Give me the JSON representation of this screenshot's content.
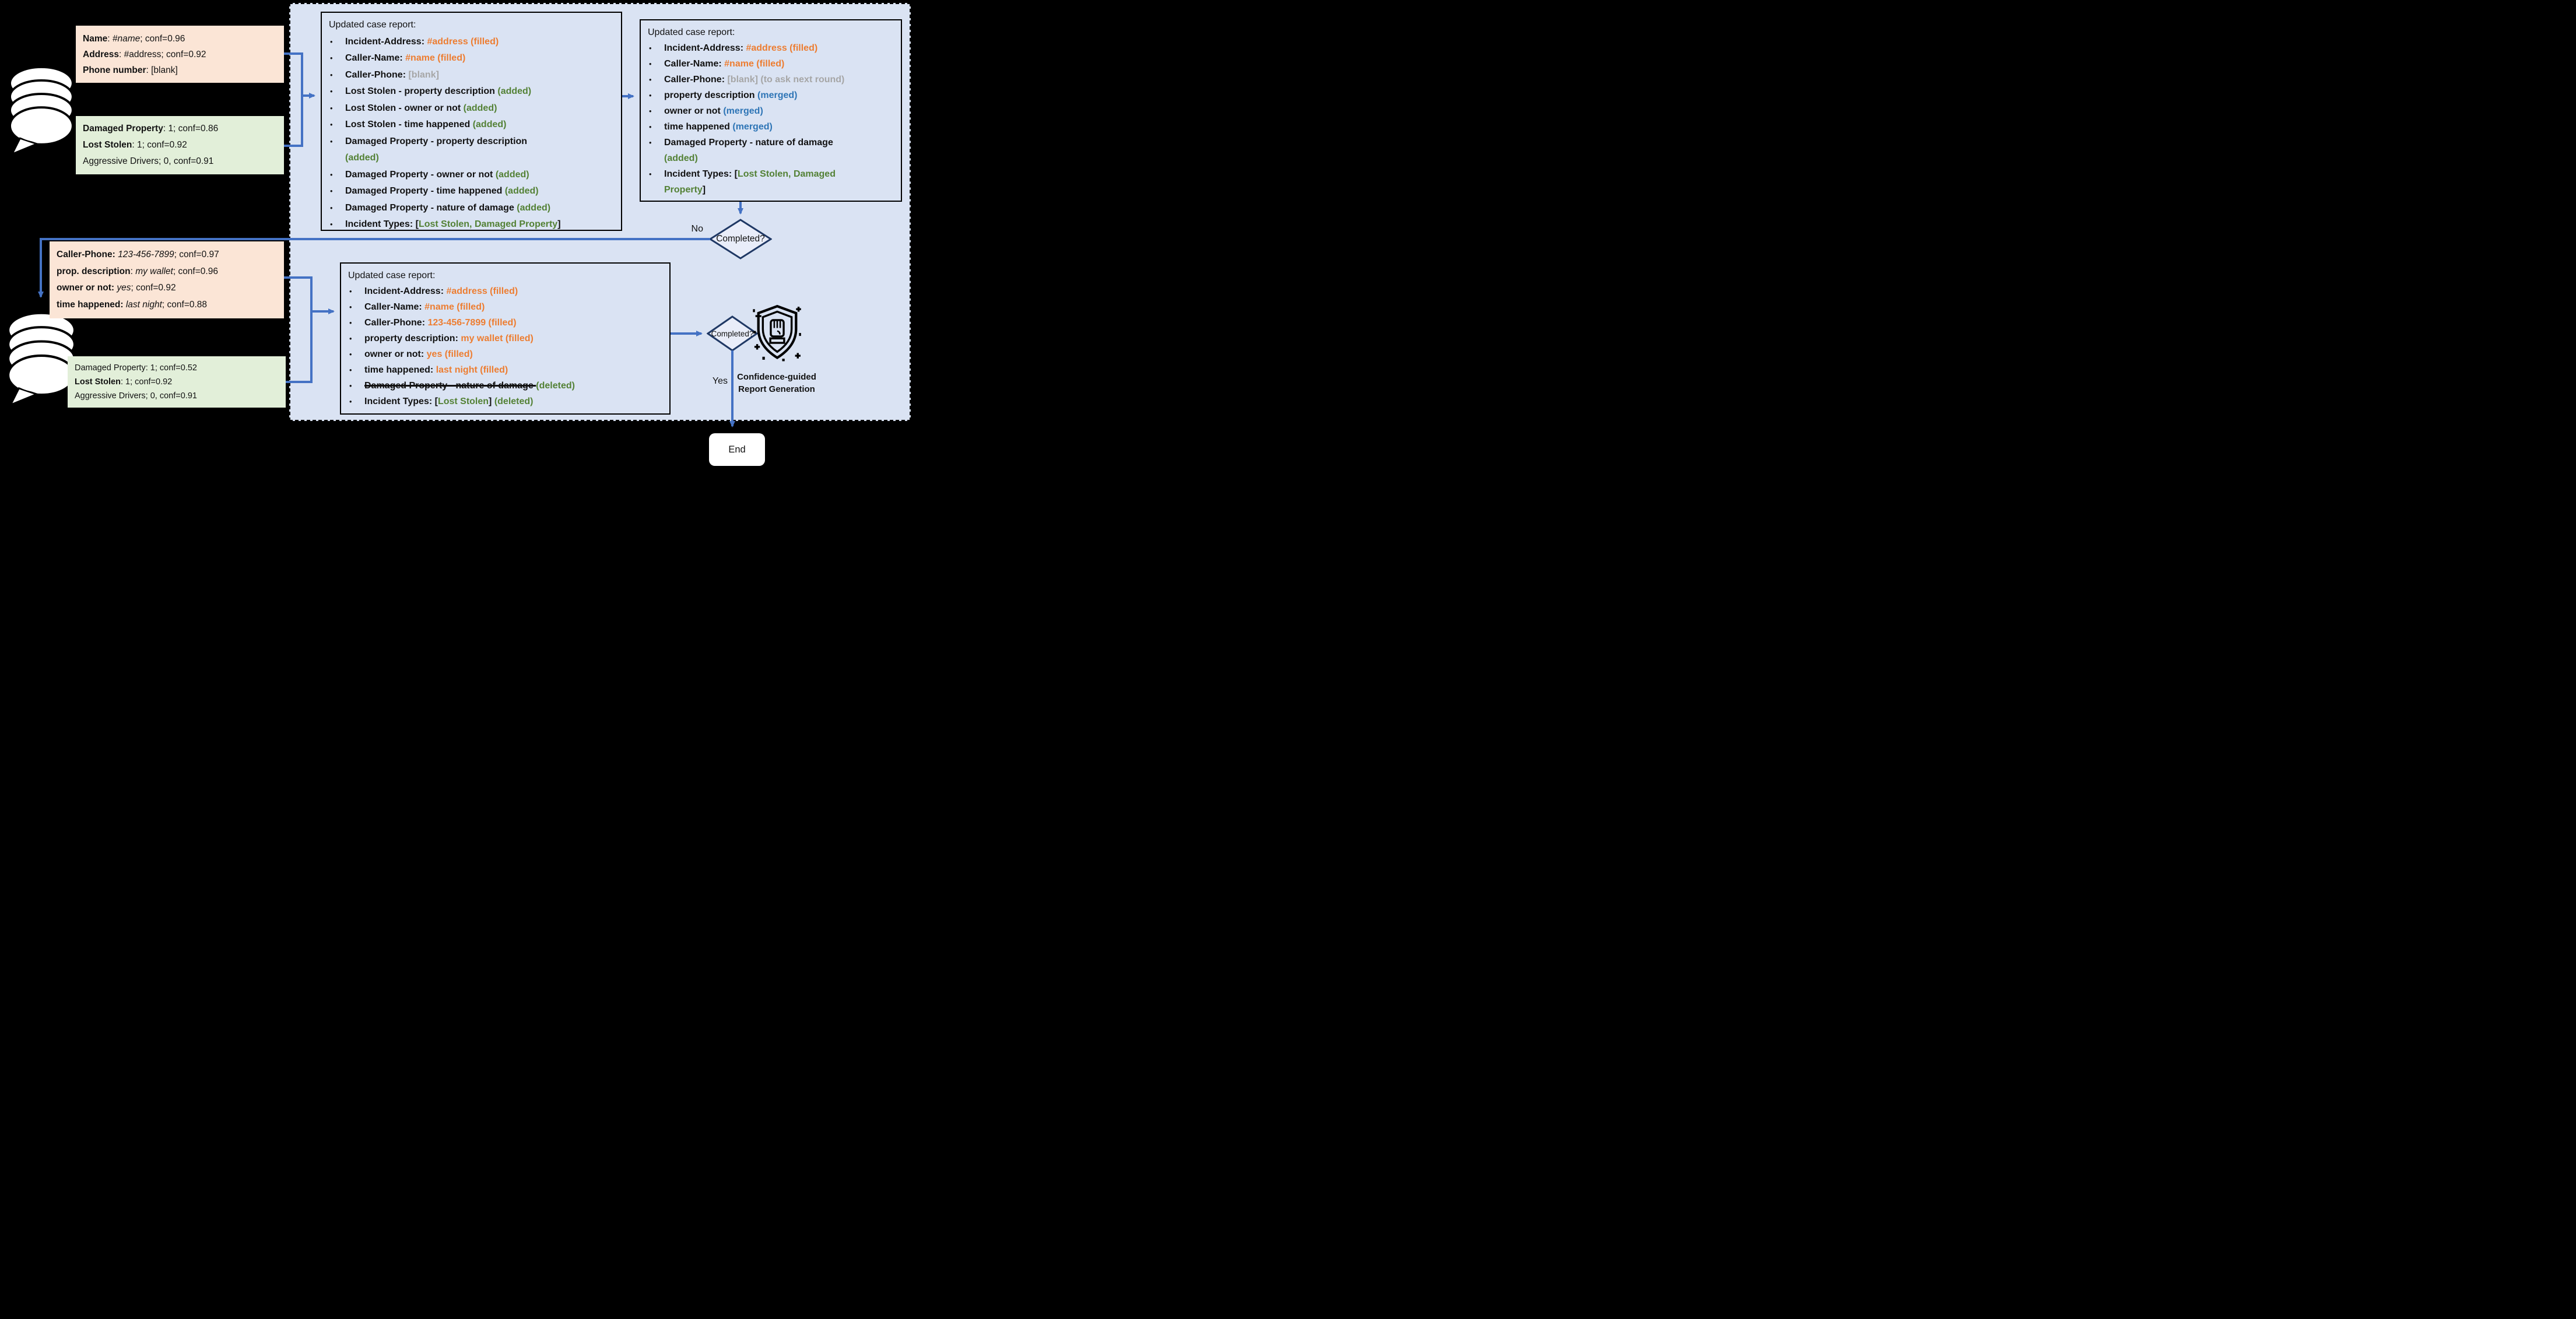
{
  "boxes": {
    "asr_round1": {
      "lines": [
        {
          "segs": [
            {
              "t": "Name",
              "s": "b"
            },
            {
              "t": ": "
            },
            {
              "t": "#name",
              "s": "i"
            },
            {
              "t": "; conf=0.96"
            }
          ]
        },
        {
          "segs": [
            {
              "t": "Address",
              "s": "b"
            },
            {
              "t": ": #address; conf=0.92"
            }
          ]
        },
        {
          "segs": [
            {
              "t": "Phone number",
              "s": "b"
            },
            {
              "t": ": [blank]"
            }
          ]
        }
      ]
    },
    "intent_round1": {
      "lines": [
        {
          "segs": [
            {
              "t": "Damaged Property",
              "s": "b"
            },
            {
              "t": ": 1; conf=0.86"
            }
          ]
        },
        {
          "segs": [
            {
              "t": "Lost Stolen",
              "s": "b"
            },
            {
              "t": ": 1; conf=0.92"
            }
          ]
        },
        {
          "segs": [
            {
              "t": "Aggressive Drivers; 0, conf=0.91"
            }
          ]
        }
      ]
    },
    "asr_round2": {
      "lines": [
        {
          "segs": [
            {
              "t": "Caller-Phone:",
              "s": "b"
            },
            {
              "t": " "
            },
            {
              "t": "123-456-7899",
              "s": "i"
            },
            {
              "t": "; conf=0.97"
            }
          ]
        },
        {
          "segs": [
            {
              "t": "prop. description",
              "s": "b"
            },
            {
              "t": ": "
            },
            {
              "t": "my wallet",
              "s": "i"
            },
            {
              "t": "; conf=0.96"
            }
          ]
        },
        {
          "segs": [
            {
              "t": "owner or not:",
              "s": "b"
            },
            {
              "t": " "
            },
            {
              "t": "yes",
              "s": "i"
            },
            {
              "t": "; conf=0.92"
            }
          ]
        },
        {
          "segs": [
            {
              "t": "time happened:",
              "s": "b"
            },
            {
              "t": " "
            },
            {
              "t": "last night",
              "s": "i"
            },
            {
              "t": "; conf=0.88"
            }
          ]
        }
      ]
    },
    "intent_round2": {
      "lines": [
        {
          "segs": [
            {
              "t": "Damaged Property: 1; conf=0.52"
            }
          ]
        },
        {
          "segs": [
            {
              "t": "Lost Stolen",
              "s": "b"
            },
            {
              "t": ": 1; conf=0.92"
            }
          ]
        },
        {
          "segs": [
            {
              "t": "Aggressive Drivers; 0, conf=0.91"
            }
          ]
        }
      ]
    },
    "report1": {
      "title": "Updated case report:",
      "lines": [
        {
          "bullet": true,
          "segs": [
            {
              "t": "Incident-Address: ",
              "s": "b"
            },
            {
              "t": "#address (filled)",
              "s": "o"
            }
          ]
        },
        {
          "bullet": true,
          "segs": [
            {
              "t": "Caller-Name: ",
              "s": "b"
            },
            {
              "t": "#name (filled)",
              "s": "o"
            }
          ]
        },
        {
          "bullet": true,
          "segs": [
            {
              "t": "Caller-Phone: ",
              "s": "b"
            },
            {
              "t": "[blank]",
              "s": "gy"
            }
          ]
        },
        {
          "bullet": true,
          "segs": [
            {
              "t": "Lost Stolen - property description ",
              "s": "b"
            },
            {
              "t": "(added)",
              "s": "g"
            }
          ]
        },
        {
          "bullet": true,
          "segs": [
            {
              "t": "Lost Stolen - owner or not ",
              "s": "b"
            },
            {
              "t": "(added)",
              "s": "g"
            }
          ]
        },
        {
          "bullet": true,
          "segs": [
            {
              "t": "Lost Stolen - time happened ",
              "s": "b"
            },
            {
              "t": "(added)",
              "s": "g"
            }
          ]
        },
        {
          "bullet": true,
          "segs": [
            {
              "t": "Damaged Property - property description",
              "s": "b"
            },
            {
              "br": true
            },
            {
              "t": "(added)",
              "s": "g"
            }
          ]
        },
        {
          "bullet": true,
          "segs": [
            {
              "t": "Damaged Property - owner or not ",
              "s": "b"
            },
            {
              "t": "(added)",
              "s": "g"
            }
          ]
        },
        {
          "bullet": true,
          "segs": [
            {
              "t": "Damaged Property - time happened ",
              "s": "b"
            },
            {
              "t": "(added)",
              "s": "g"
            }
          ]
        },
        {
          "bullet": true,
          "segs": [
            {
              "t": "Damaged Property - nature of damage ",
              "s": "b"
            },
            {
              "t": "(added)",
              "s": "g"
            }
          ]
        },
        {
          "bullet": true,
          "segs": [
            {
              "t": "Incident Types: [",
              "s": "b"
            },
            {
              "t": "Lost Stolen, Damaged Property",
              "s": "g"
            },
            {
              "t": "]",
              "s": "b"
            }
          ]
        }
      ]
    },
    "report2": {
      "title": "Updated case report:",
      "lines": [
        {
          "bullet": true,
          "segs": [
            {
              "t": "Incident-Address: ",
              "s": "b"
            },
            {
              "t": "#address (filled)",
              "s": "o"
            }
          ]
        },
        {
          "bullet": true,
          "segs": [
            {
              "t": "Caller-Name: ",
              "s": "b"
            },
            {
              "t": "#name (filled)",
              "s": "o"
            }
          ]
        },
        {
          "bullet": true,
          "segs": [
            {
              "t": "Caller-Phone: ",
              "s": "b"
            },
            {
              "t": "[blank] (to ask next round)",
              "s": "gy"
            }
          ]
        },
        {
          "bullet": true,
          "segs": [
            {
              "t": "property description ",
              "s": "b"
            },
            {
              "t": "(merged)",
              "s": "bl"
            }
          ]
        },
        {
          "bullet": true,
          "segs": [
            {
              "t": "owner or not ",
              "s": "b"
            },
            {
              "t": "(merged)",
              "s": "bl"
            }
          ]
        },
        {
          "bullet": true,
          "segs": [
            {
              "t": "time happened ",
              "s": "b"
            },
            {
              "t": "(merged)",
              "s": "bl"
            }
          ]
        },
        {
          "bullet": true,
          "segs": [
            {
              "t": "Damaged Property - nature of damage",
              "s": "b"
            },
            {
              "br": true
            },
            {
              "t": "(added)",
              "s": "g"
            }
          ]
        },
        {
          "bullet": true,
          "segs": [
            {
              "t": "Incident Types: [",
              "s": "b"
            },
            {
              "t": "Lost Stolen, Damaged",
              "s": "g"
            },
            {
              "br": true
            },
            {
              "t": "Property",
              "s": "g"
            },
            {
              "t": "]",
              "s": "b"
            }
          ]
        }
      ]
    },
    "report3": {
      "title": "Updated case report:",
      "lines": [
        {
          "bullet": true,
          "segs": [
            {
              "t": "Incident-Address: ",
              "s": "b"
            },
            {
              "t": "#address (filled)",
              "s": "o"
            }
          ]
        },
        {
          "bullet": true,
          "segs": [
            {
              "t": "Caller-Name: ",
              "s": "b"
            },
            {
              "t": "#name (filled)",
              "s": "o"
            }
          ]
        },
        {
          "bullet": true,
          "segs": [
            {
              "t": "Caller-Phone: ",
              "s": "b"
            },
            {
              "t": "123-456-7899 (filled)",
              "s": "o"
            }
          ]
        },
        {
          "bullet": true,
          "segs": [
            {
              "t": "property description: ",
              "s": "b"
            },
            {
              "t": "my wallet (filled)",
              "s": "o"
            }
          ]
        },
        {
          "bullet": true,
          "segs": [
            {
              "t": "owner or not: ",
              "s": "b"
            },
            {
              "t": "yes (filled)",
              "s": "o"
            }
          ]
        },
        {
          "bullet": true,
          "segs": [
            {
              "t": "time happened: ",
              "s": "b"
            },
            {
              "t": "last night (filled)",
              "s": "o"
            }
          ]
        },
        {
          "bullet": true,
          "segs": [
            {
              "t": "Damaged Property - nature of damage ",
              "s": "bs"
            },
            {
              "t": "(deleted)",
              "s": "g"
            }
          ]
        },
        {
          "bullet": true,
          "segs": [
            {
              "t": "Incident Types: [",
              "s": "b"
            },
            {
              "t": "Lost Stolen",
              "s": "g"
            },
            {
              "t": "] ",
              "s": "b"
            },
            {
              "t": "(deleted)",
              "s": "g"
            }
          ]
        }
      ]
    }
  },
  "decisions": {
    "d1": {
      "label": "Completed?"
    },
    "d2": {
      "label": "Completed?"
    }
  },
  "labels": {
    "no": "No",
    "yes": "Yes",
    "end": "End"
  },
  "caption": {
    "line1": "Confidence-guided",
    "line2": "Report Generation"
  },
  "icons": {
    "chat1": "chat-stack-icon",
    "chat2": "chat-stack-icon",
    "shield": "fist-shield-icon"
  },
  "colors": {
    "arrow": "#4472C4",
    "filled_text": "#ED7D31",
    "added_text": "#538135",
    "merged_text": "#2E75B6",
    "blank_text": "#A6A6A6",
    "panel_bg": "#DAE3F3",
    "asr_box_bg": "#FBE5D6",
    "intent_box_bg": "#E2EFD9",
    "diamond_fill": "#E9EDF9",
    "diamond_border": "#1F3864"
  }
}
